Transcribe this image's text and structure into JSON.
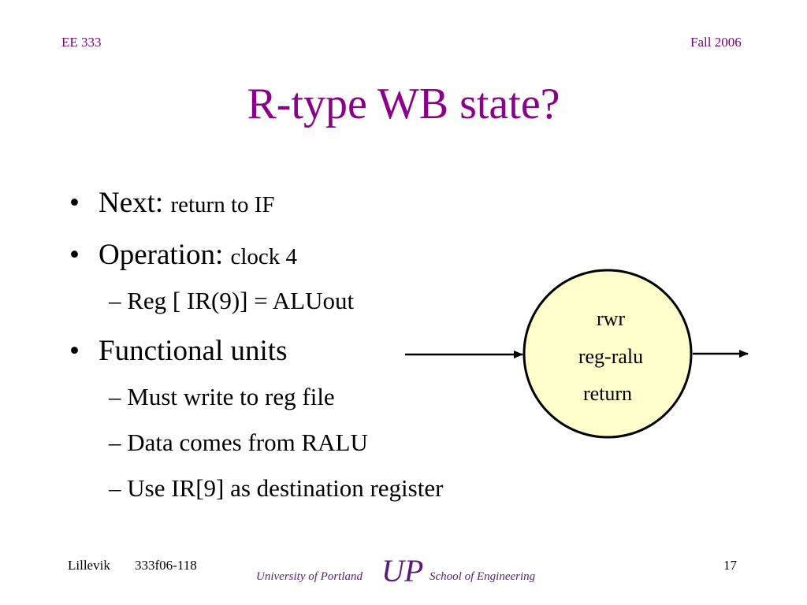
{
  "header": {
    "course": "EE 333",
    "term": "Fall 2006"
  },
  "title": "R-type WB state?",
  "bullets": [
    {
      "label": "Next:",
      "detail": "return to IF"
    },
    {
      "label": "Operation:",
      "detail": "clock 4"
    },
    {
      "sub": "– Reg [ IR(9)] = ALUout"
    },
    {
      "label": "Functional units"
    },
    {
      "sub": "– Must write to reg file"
    },
    {
      "sub": "– Data comes from RALU"
    },
    {
      "sub": "– Use IR[9] as destination register"
    }
  ],
  "state": {
    "lines": [
      "rwr",
      "reg-ralu",
      "return"
    ],
    "fill_color": "#ffffcc"
  },
  "footer": {
    "author": "Lillevik",
    "code": "333f06-118",
    "page": "17",
    "university": "University of Portland",
    "school": "School of Engineering",
    "logo_letters": "UP"
  },
  "colors": {
    "title": "#8b008b",
    "header": "#7a007a"
  }
}
